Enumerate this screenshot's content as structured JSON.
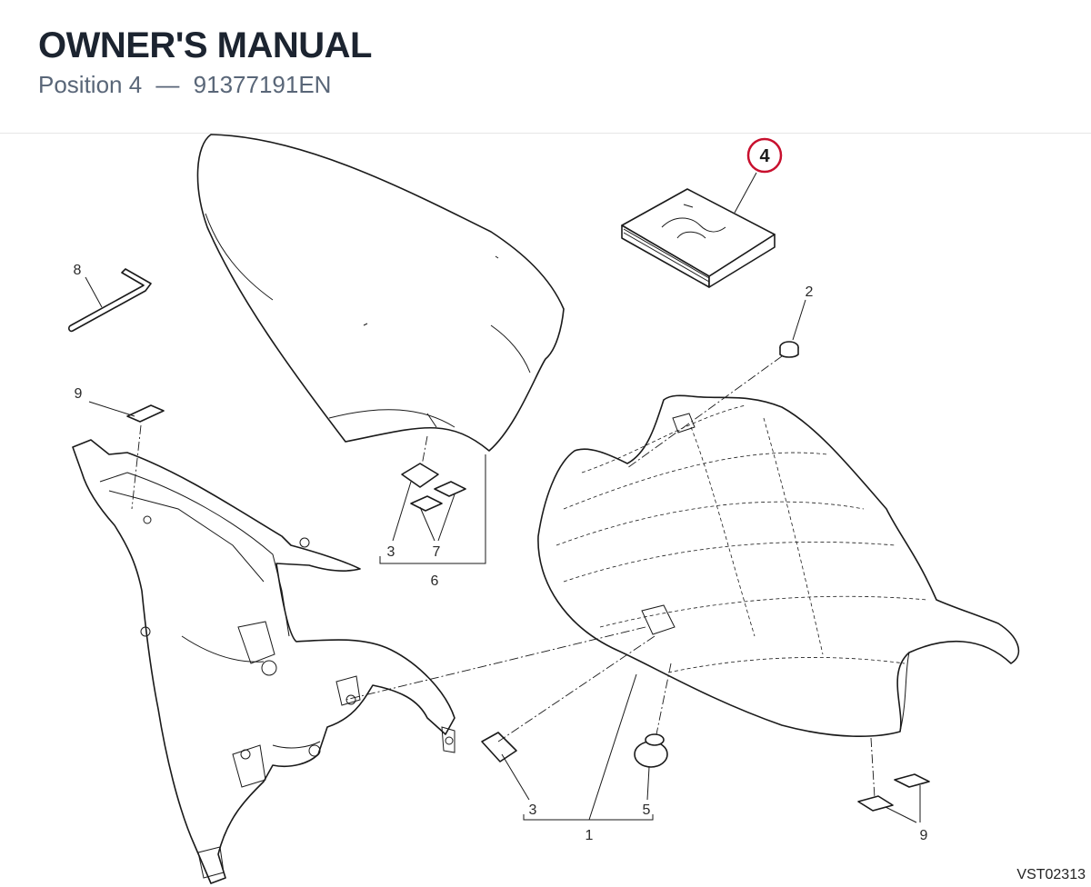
{
  "header": {
    "title": "OWNER'S MANUAL",
    "position_label": "Position 4",
    "separator": "—",
    "part_number": "91377191EN"
  },
  "callouts": {
    "highlighted": "4",
    "c1": "1",
    "c2": "2",
    "c3a": "3",
    "c3b": "3",
    "c5": "5",
    "c6": "6",
    "c7": "7",
    "c8": "8",
    "c9a": "9",
    "c9b": "9"
  },
  "reference_code": "VST02313",
  "colors": {
    "title": "#1c2430",
    "subtitle": "#596678",
    "highlight_circle": "#c8102e",
    "line_art": "#1a1a1a"
  }
}
